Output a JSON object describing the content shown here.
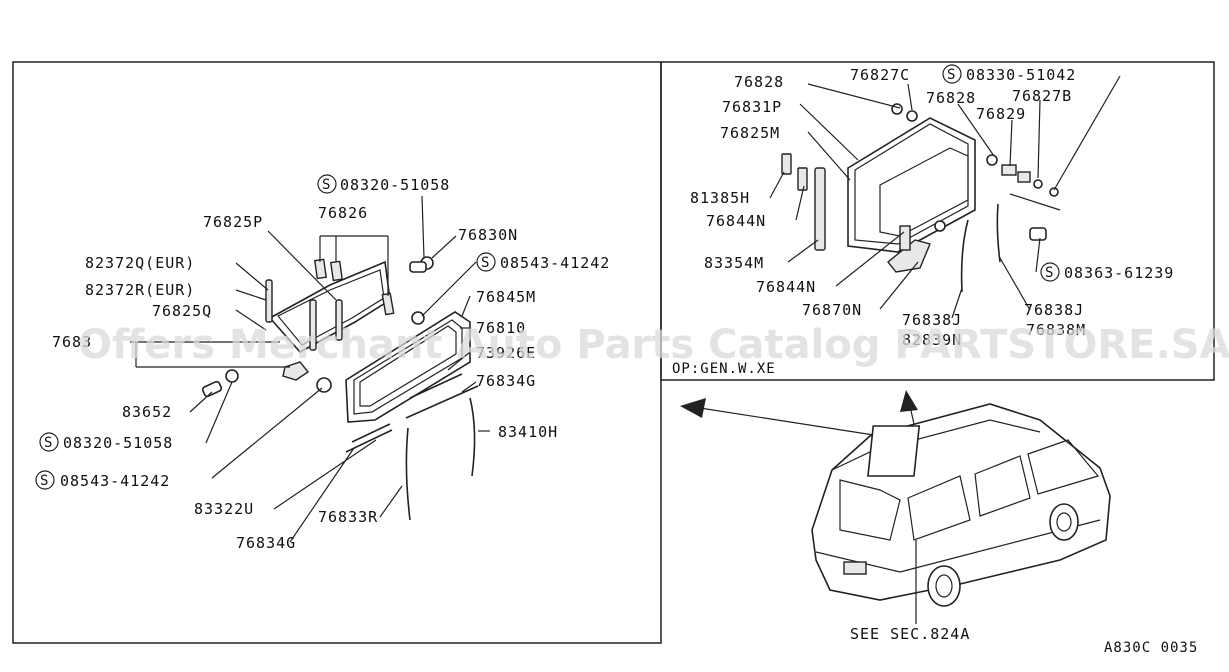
{
  "diagram": {
    "left_panel": {
      "labels": {
        "p08320_51058_top": "08320-51058",
        "p76826": "76826",
        "p76825P": "76825P",
        "p76830N": "76830N",
        "p82372Q": "82372Q(EUR)",
        "p08543_41242_right": "08543-41242",
        "p82372R": "82372R(EUR)",
        "p76845M": "76845M",
        "p76825Q": "76825Q",
        "p76810": "76810",
        "p768": "7683",
        "p73926E": "73926E",
        "p76834G_right": "76834G",
        "p83652": "83652",
        "p83410H": "83410H",
        "p08320_51058_bottom": "08320-51058",
        "p08543_41242_bottom": "08543-41242",
        "p83322U": "83322U",
        "p76833R": "76833R",
        "p76834G_bottom": "76834G"
      }
    },
    "right_panel": {
      "labels": {
        "p76828_a": "76828",
        "p76827C": "76827C",
        "p08330_51042": "08330-51042",
        "p76831P": "76831P",
        "p76828_b": "76828",
        "p76827B": "76827B",
        "p76825M": "76825M",
        "p76829": "76829",
        "p81385H": "81385H",
        "p76844N_a": "76844N",
        "p83354M": "83354M",
        "p08363_61239": "08363-61239",
        "p76844N_b": "76844N",
        "p76870N": "76870N",
        "p76838J_a": "76838J",
        "p76838J_b": "76838J",
        "p82839N": "82839N",
        "p76838M": "76838M"
      },
      "caption": "OP:GEN.W.XE"
    },
    "vehicle": {
      "see_ref": "SEE SEC.824A"
    },
    "s_marker": "S",
    "diagram_code": "A830C 0035",
    "watermark": "Offers Merchant Auto Parts Catalog PARTSTORE.SA"
  }
}
